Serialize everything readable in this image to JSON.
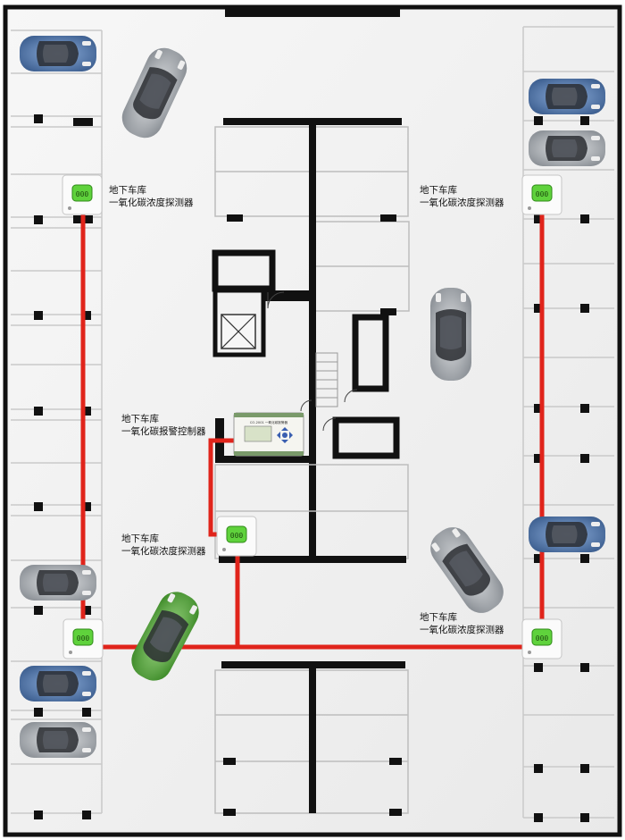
{
  "labels": {
    "detector": {
      "line1": "地下车库",
      "line2": "一氧化碳浓度探测器"
    },
    "controller": {
      "line1": "地下车库",
      "line2": "一氧化碳报警控制器"
    }
  },
  "devices": {
    "detector_display": "000",
    "controller_title": "CO-2001 一氧化碳报警器"
  },
  "colors": {
    "wire": "#e0241b",
    "wall": "#111111",
    "parking_line": "#cfcfcf",
    "floor": "#f4f4f4",
    "detector_screen": "#5fd23c",
    "car_blue": "#5a7fb5",
    "car_silver": "#a9aeb3",
    "car_green": "#66b94a"
  }
}
